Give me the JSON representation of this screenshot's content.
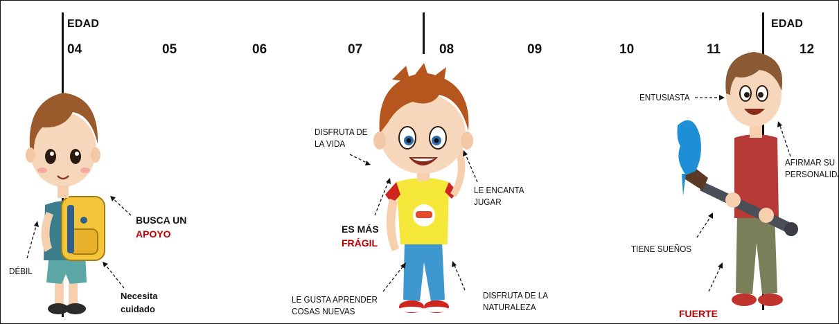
{
  "timeline": {
    "edad_left": "EDAD",
    "edad_right": "EDAD",
    "ages": [
      "04",
      "05",
      "06",
      "07",
      "08",
      "09",
      "10",
      "11",
      "12"
    ]
  },
  "child_04": {
    "busca_line1": "BUSCA UN",
    "busca_line2": "APOYO",
    "debil": "DÉBIL",
    "necesita_line1": "Necesita",
    "necesita_line2": "cuidado"
  },
  "child_08": {
    "disfruta_vida_line1": "DISFRUTA DE",
    "disfruta_vida_line2": "LA VIDA",
    "encanta_line1": "LE ENCANTA",
    "encanta_line2": "JUGAR",
    "fragil_line1": "ES MÁS",
    "fragil_line2": "FRÁGIL",
    "aprender_line1": "LE GUSTA APRENDER",
    "aprender_line2": "COSAS NUEVAS",
    "naturaleza_line1": "DISFRUTA DE LA",
    "naturaleza_line2": "NATURALEZA"
  },
  "child_12": {
    "entusiasta": "ENTUSIASTA",
    "afirmar_line1": "AFIRMAR SU",
    "afirmar_line2": "PERSONALIDA",
    "suenos": "TIENE SUEÑOS",
    "fuerte": "FUERTE"
  },
  "colors": {
    "text": "#111111",
    "accent_red": "#c00000"
  }
}
